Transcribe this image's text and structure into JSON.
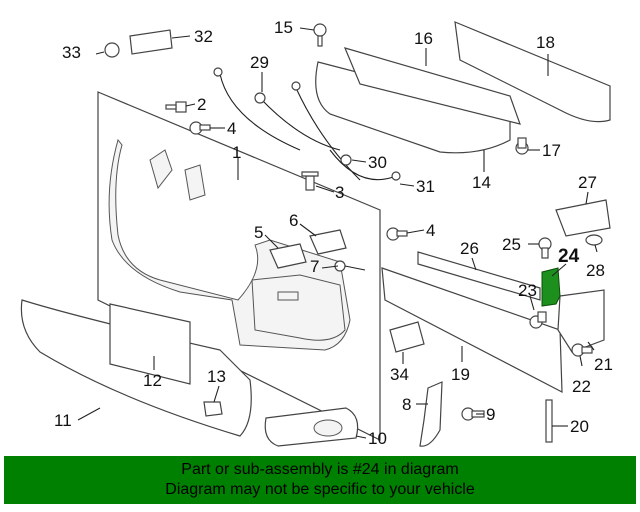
{
  "diagram": {
    "callouts": [
      "1",
      "2",
      "3",
      "4",
      "4",
      "5",
      "6",
      "7",
      "8",
      "9",
      "10",
      "11",
      "12",
      "13",
      "14",
      "15",
      "16",
      "17",
      "18",
      "19",
      "20",
      "21",
      "22",
      "23",
      "24",
      "25",
      "26",
      "27",
      "28",
      "29",
      "30",
      "31",
      "32",
      "33",
      "34"
    ],
    "highlighted_part": "24",
    "colors": {
      "highlight": "#1d8f1d",
      "banner": "#008000",
      "line": "#444444"
    }
  },
  "banner": {
    "line1": "Part or sub-assembly is #24 in diagram",
    "line2": "Diagram may not be specific to your vehicle"
  }
}
